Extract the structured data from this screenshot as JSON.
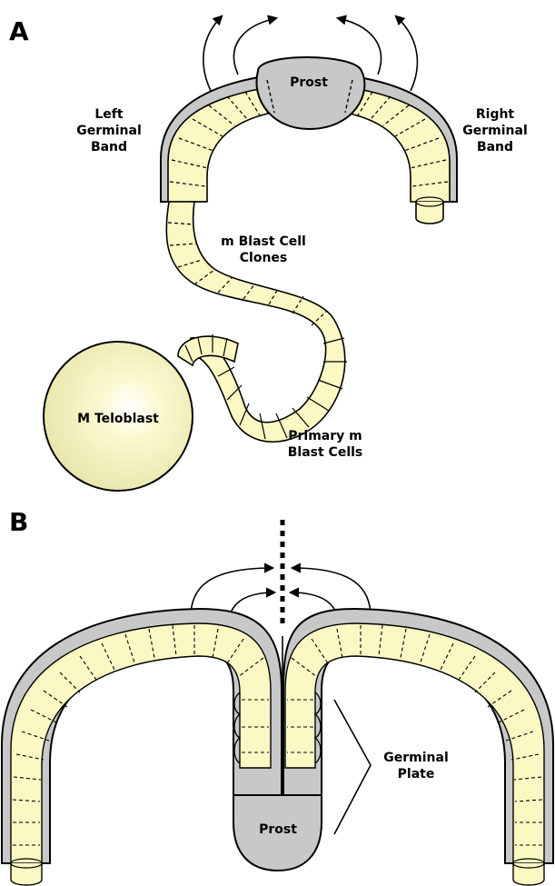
{
  "panels": {
    "a": {
      "letter": "A",
      "labels": {
        "left_band_1": "Left",
        "left_band_2": "Germinal",
        "left_band_3": "Band",
        "right_band_1": "Right",
        "right_band_2": "Germinal",
        "right_band_3": "Band",
        "prost": "Prost",
        "clones_1": "m Blast Cell",
        "clones_2": "Clones",
        "teloblast": "M Teloblast",
        "primary_1": "Primary m",
        "primary_2": "Blast Cells"
      }
    },
    "b": {
      "letter": "B",
      "labels": {
        "plate_1": "Germinal",
        "plate_2": "Plate",
        "prost": "Prost"
      }
    }
  },
  "colors": {
    "cell_fill": "#fbf8c4",
    "band_fill": "#c8c8c8",
    "outline": "#000000",
    "teloblast_center": "#ffffff",
    "teloblast_edge": "#eceab0"
  }
}
